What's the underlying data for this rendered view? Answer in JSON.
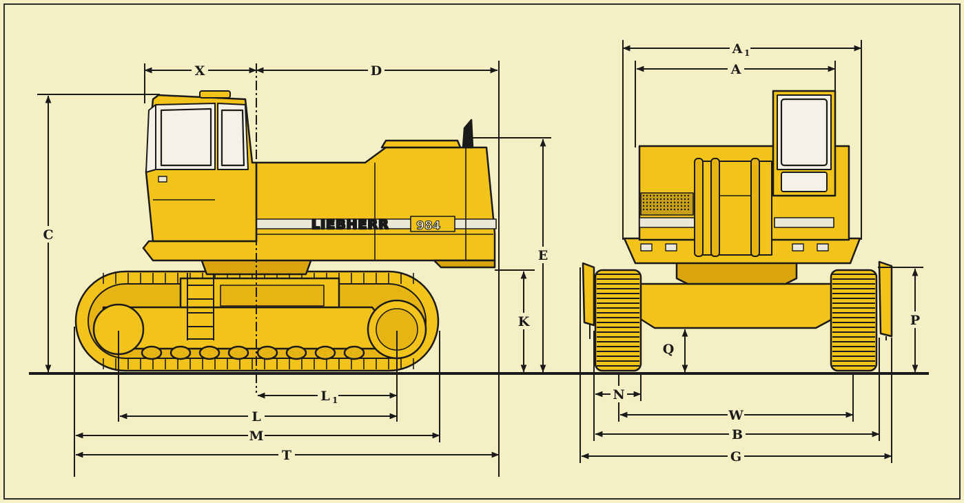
{
  "machine": {
    "brand": "LIEBHERR",
    "model": "984"
  },
  "side_view": {
    "dimensions": [
      {
        "id": "X",
        "label": "X"
      },
      {
        "id": "D",
        "label": "D"
      },
      {
        "id": "C",
        "label": "C"
      },
      {
        "id": "E",
        "label": "E"
      },
      {
        "id": "K",
        "label": "K"
      },
      {
        "id": "L1",
        "label": "L",
        "sub": "1"
      },
      {
        "id": "L",
        "label": "L"
      },
      {
        "id": "M",
        "label": "M"
      },
      {
        "id": "T",
        "label": "T"
      }
    ]
  },
  "front_view": {
    "dimensions": [
      {
        "id": "A1",
        "label": "A",
        "sub": "1"
      },
      {
        "id": "A",
        "label": "A"
      },
      {
        "id": "P",
        "label": "P"
      },
      {
        "id": "Q",
        "label": "Q"
      },
      {
        "id": "N",
        "label": "N"
      },
      {
        "id": "W",
        "label": "W"
      },
      {
        "id": "B",
        "label": "B"
      },
      {
        "id": "G",
        "label": "G"
      }
    ]
  },
  "colors": {
    "background": "#f4efc4",
    "machine_yellow": "#f2c31a",
    "machine_shadow": "#d9a40e",
    "outline": "#1a1a1a",
    "stripe": "#ece8d8"
  }
}
